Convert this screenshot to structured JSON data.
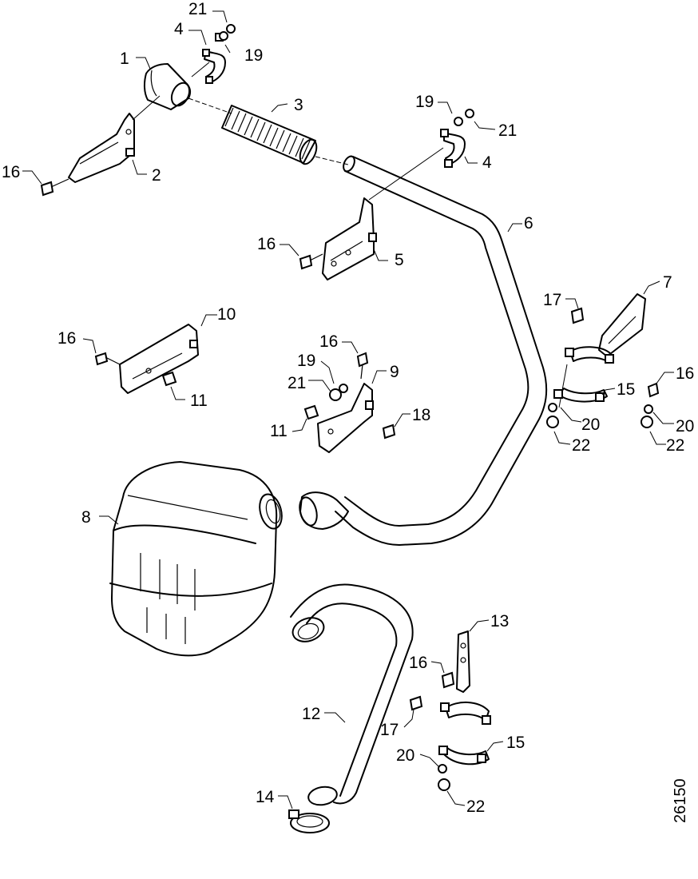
{
  "diagram": {
    "reference_number": "26150",
    "callouts": [
      {
        "id": "c21a",
        "text": "21"
      },
      {
        "id": "c4a",
        "text": "4"
      },
      {
        "id": "c19a",
        "text": "19"
      },
      {
        "id": "c1",
        "text": "1"
      },
      {
        "id": "c3",
        "text": "3"
      },
      {
        "id": "c16a",
        "text": "16"
      },
      {
        "id": "c2",
        "text": "2"
      },
      {
        "id": "c19b",
        "text": "19"
      },
      {
        "id": "c21b",
        "text": "21"
      },
      {
        "id": "c4b",
        "text": "4"
      },
      {
        "id": "c6",
        "text": "6"
      },
      {
        "id": "c16b",
        "text": "16"
      },
      {
        "id": "c5",
        "text": "5"
      },
      {
        "id": "c10",
        "text": "10"
      },
      {
        "id": "c16c",
        "text": "16"
      },
      {
        "id": "c11a",
        "text": "11"
      },
      {
        "id": "c16d",
        "text": "16"
      },
      {
        "id": "c19c",
        "text": "19"
      },
      {
        "id": "c21c",
        "text": "21"
      },
      {
        "id": "c9",
        "text": "9"
      },
      {
        "id": "c18",
        "text": "18"
      },
      {
        "id": "c11b",
        "text": "11"
      },
      {
        "id": "c7",
        "text": "7"
      },
      {
        "id": "c17a",
        "text": "17"
      },
      {
        "id": "c15a",
        "text": "15"
      },
      {
        "id": "c16e",
        "text": "16"
      },
      {
        "id": "c20a",
        "text": "20"
      },
      {
        "id": "c20b",
        "text": "20"
      },
      {
        "id": "c22a",
        "text": "22"
      },
      {
        "id": "c22b",
        "text": "22"
      },
      {
        "id": "c8",
        "text": "8"
      },
      {
        "id": "c13",
        "text": "13"
      },
      {
        "id": "c16f",
        "text": "16"
      },
      {
        "id": "c12",
        "text": "12"
      },
      {
        "id": "c17b",
        "text": "17"
      },
      {
        "id": "c15b",
        "text": "15"
      },
      {
        "id": "c20c",
        "text": "20"
      },
      {
        "id": "c14",
        "text": "14"
      },
      {
        "id": "c22c",
        "text": "22"
      }
    ]
  }
}
